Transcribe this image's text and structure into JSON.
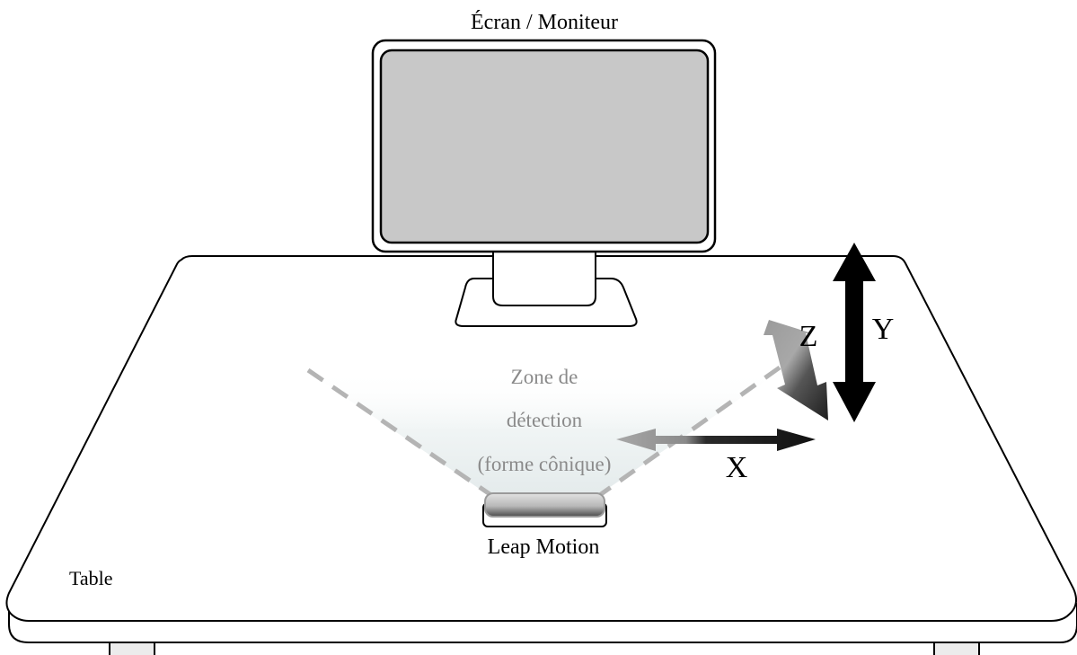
{
  "labels": {
    "monitor": "Écran / Moniteur",
    "zone_line1": "Zone de",
    "zone_line2": "détection",
    "zone_line3": "(forme cônique)",
    "device": "Leap Motion",
    "table": "Table",
    "axis_x": "X",
    "axis_y": "Y",
    "axis_z": "Z"
  },
  "colors": {
    "outline": "#000000",
    "screen_fill": "#c8c8c8",
    "zone_text": "#8a8a8a",
    "zone_dash": "#b4b4b4",
    "leg_fill": "#ececec"
  }
}
